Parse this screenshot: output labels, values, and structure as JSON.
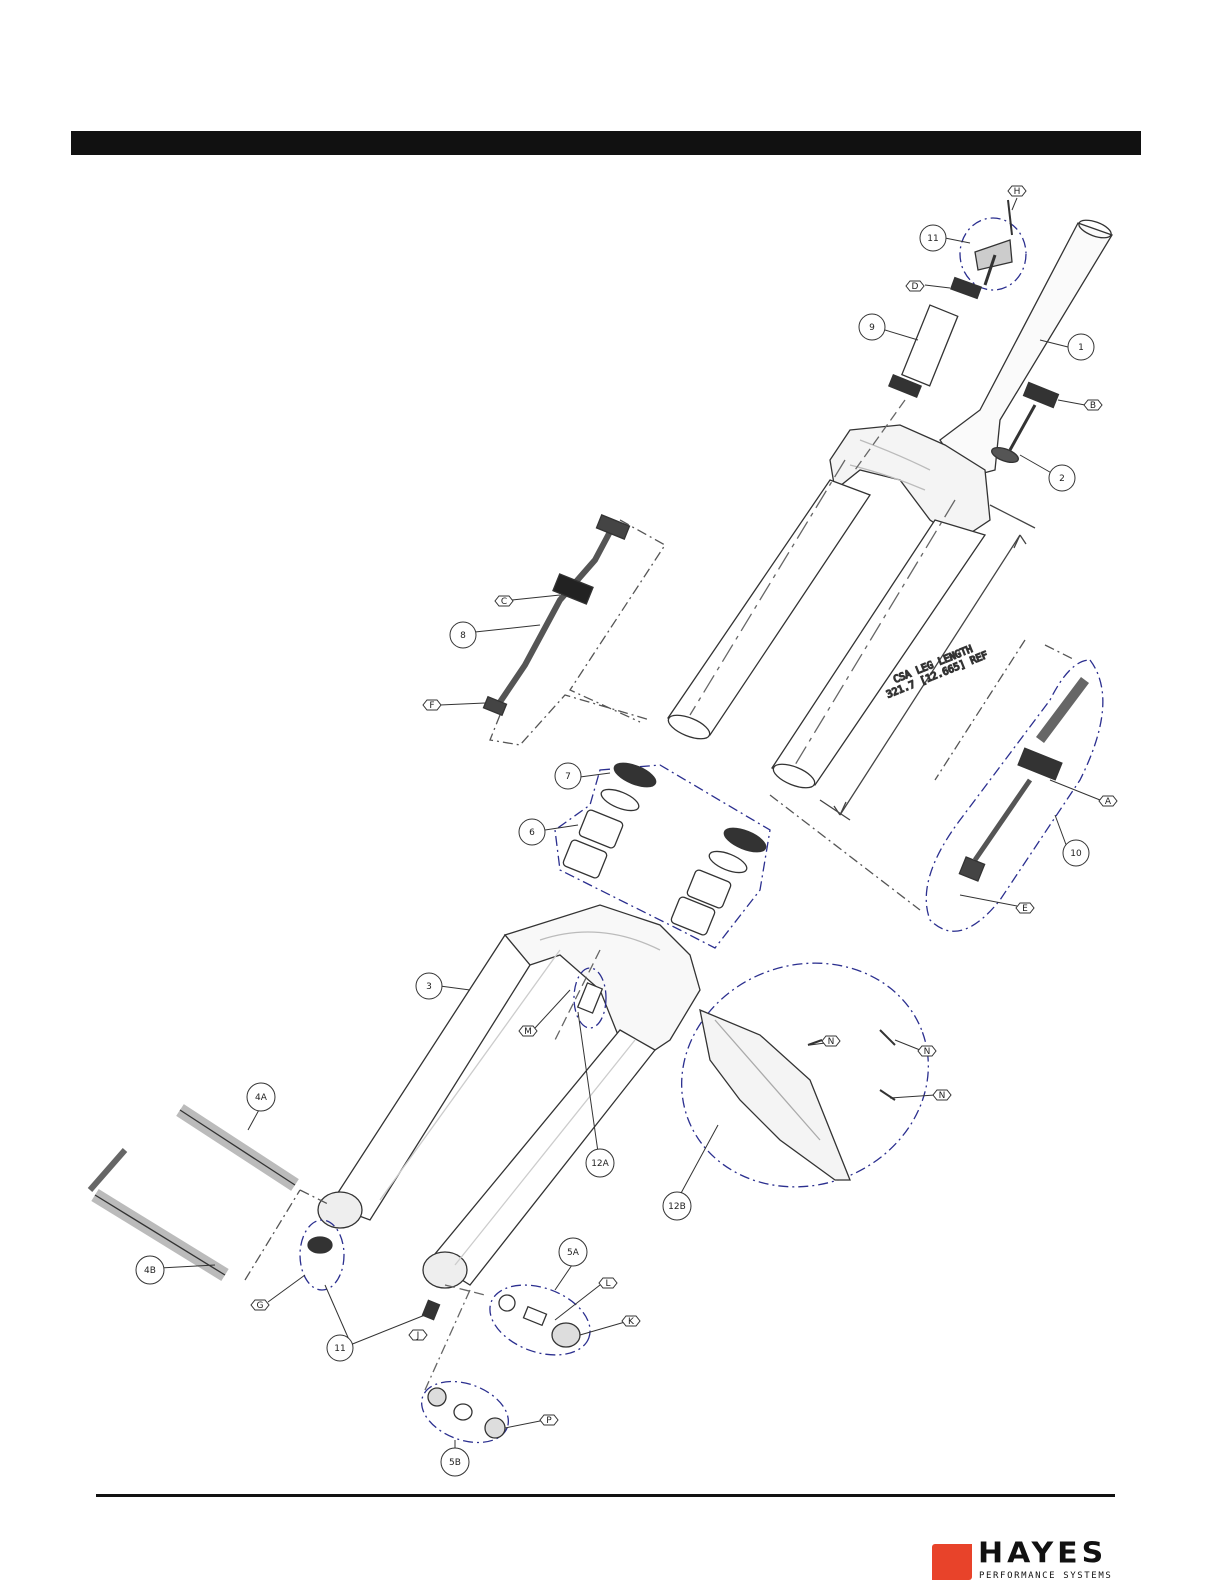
{
  "brand": {
    "name": "HAYES",
    "tagline": "PERFORMANCE SYSTEMS",
    "accent_color": "#e8432a"
  },
  "dimension": {
    "line1": "CSA LEG LENGTH",
    "line2": "321.7 [12.665] REF"
  },
  "callouts": {
    "H": "H",
    "11_top": "11",
    "D": "D",
    "9": "9",
    "1": "1",
    "B": "B",
    "2": "2",
    "C": "C",
    "8": "8",
    "F": "F",
    "7": "7",
    "6": "6",
    "A": "A",
    "10": "10",
    "E": "E",
    "3": "3",
    "M": "M",
    "N1": "N",
    "N2": "N",
    "N3": "N",
    "12A": "12A",
    "12B": "12B",
    "4A": "4A",
    "4B": "4B",
    "G": "G",
    "11_bottom": "11",
    "J": "J",
    "5A": "5A",
    "L": "L",
    "K": "K",
    "P": "P",
    "5B": "5B"
  }
}
